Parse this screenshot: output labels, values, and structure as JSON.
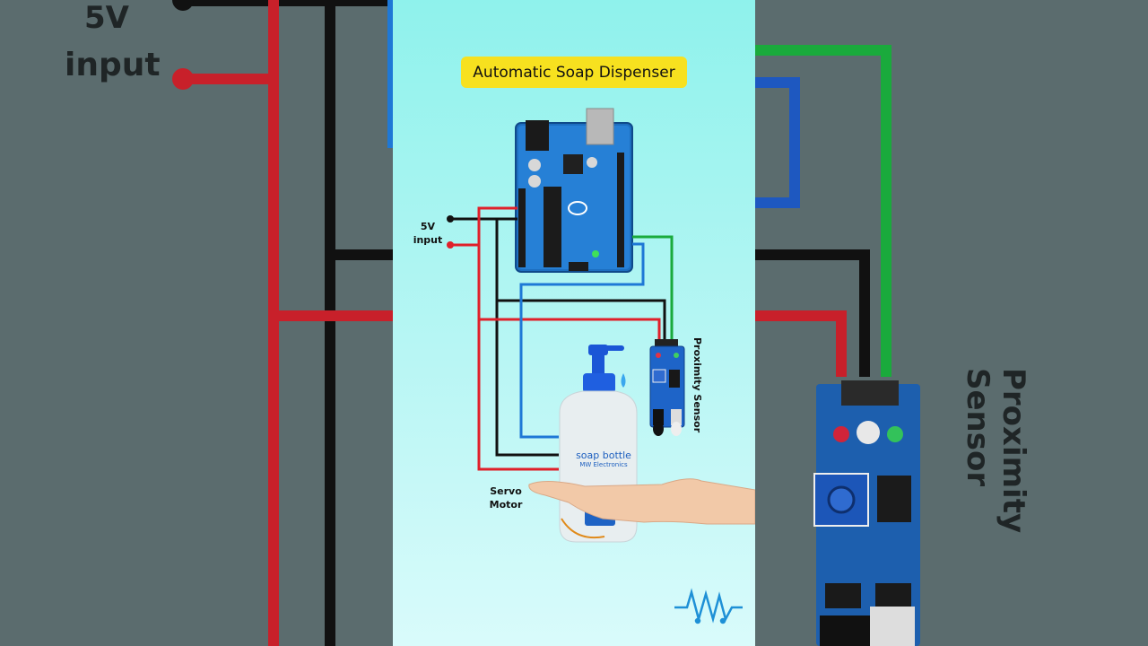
{
  "title": "Automatic Soap Dispenser",
  "labels": {
    "power_line1": "5V",
    "power_line2": "input",
    "servo_line1": "Servo",
    "servo_line2": "Motor",
    "sensor": "Proximity Sensor",
    "bottle_line1": "soap bottle",
    "bottle_line2": "MW Electronics"
  },
  "background_labels": {
    "power_line1": "5V",
    "power_line2": "input",
    "sensor": "Proximity Sensor"
  },
  "colors": {
    "title_background": "#f7e11f",
    "wire_red": "#e0202a",
    "wire_black": "#111111",
    "wire_green": "#1aaa3c",
    "wire_blue": "#1e78d6",
    "board_blue": "#1d6fc0"
  },
  "icons": [
    "arduino-board-icon",
    "proximity-sensor-icon",
    "soap-bottle-icon",
    "hand-icon",
    "servo-motor-icon",
    "water-drop-icon",
    "logo-icon"
  ]
}
